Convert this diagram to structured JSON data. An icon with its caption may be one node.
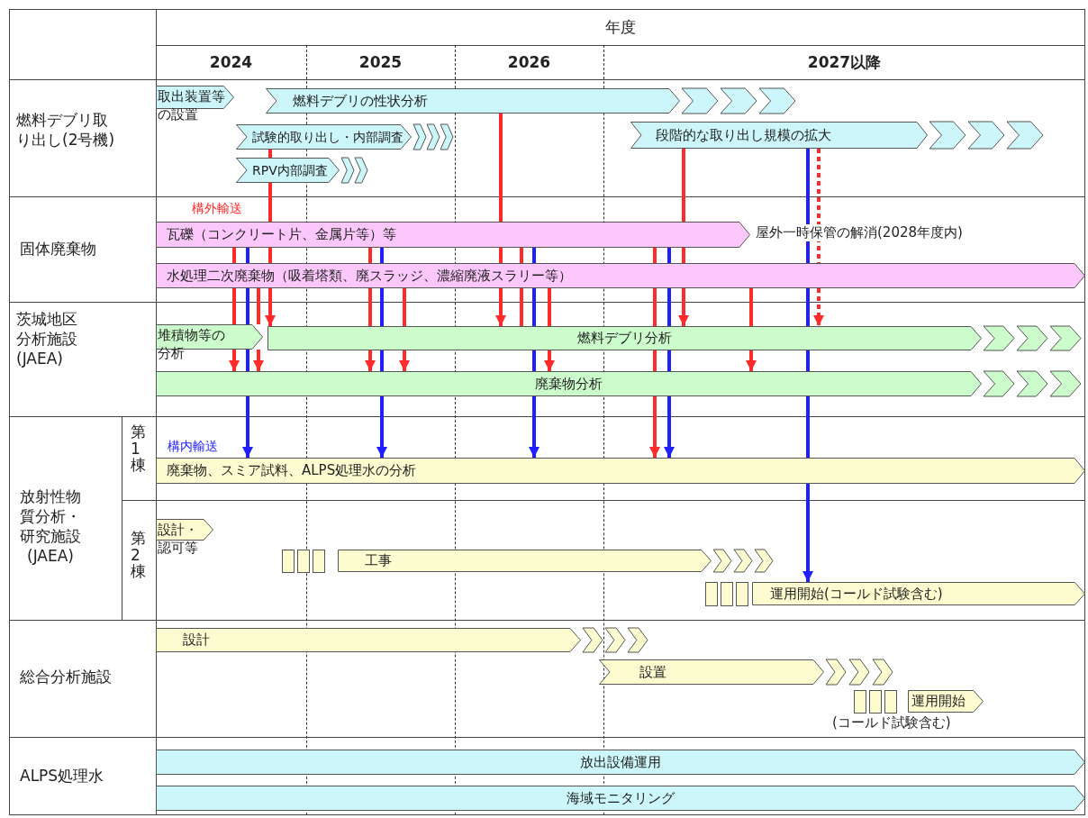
{
  "diagram": {
    "nodes": [
      {
        "text": [
          "取出装置等の設置"
        ]
      },
      {
        "text": [
          "燃料デブリの性状分析"
        ]
      },
      {
        "text": [
          "試験的取り出し・内部調査"
        ]
      },
      {
        "text": [
          "RPV内部調査"
        ]
      },
      {
        "text": [
          "段階的な取り出し規模の拡大"
        ]
      },
      {
        "text": [
          "瓦礫（コンクリート片、金属片等）等"
        ],
        "beside": [
          "屋外一時保管の解消(2028年度内)"
        ]
      },
      {
        "text": [
          "水処理二次廃棄物（吸着塔類、廃スラッジ、濃縮廃液スラリー等）"
        ]
      },
      {
        "text": [
          "堆積物等の分析"
        ]
      },
      {
        "text": [
          "燃料デブリ分析"
        ]
      },
      {
        "text": [
          "廃棄物分析"
        ]
      },
      {
        "text": [
          "廃棄物、スミア試料、ALPS処理水の分析"
        ]
      },
      {
        "text": [
          "設計・認可等"
        ]
      },
      {
        "text": [
          "工事"
        ]
      },
      {
        "text": [
          "運用開始(コールド試験含む)"
        ]
      },
      {
        "text": [
          "設計"
        ]
      },
      {
        "text": [
          "設置"
        ]
      },
      {
        "text": [
          "運用開始",
          "(コールド試験含む)"
        ]
      },
      {
        "text": [
          "放出設備運用"
        ]
      },
      {
        "text": [
          "海域モニタリング"
        ]
      }
    ],
    "edges": [
      {
        "from": 5,
        "to": 6,
        "arrow": "none"
      },
      {
        "from": 6,
        "to": 7,
        "arrow": "none"
      },
      {
        "from": 7,
        "to": 9,
        "arrow": "to"
      },
      {
        "from": 5,
        "to": 6,
        "arrow": "none",
        "color": "#1f1fff"
      },
      {
        "from": 6,
        "to": 7,
        "arrow": "none",
        "color": "#1f1fff"
      },
      {
        "from": 7,
        "to": 9,
        "arrow": "none",
        "color": "#1f1fff"
      },
      {
        "from": 9,
        "to": 10,
        "arrow": "to",
        "color": "#1f1fff"
      },
      {
        "from": 6,
        "to": 7,
        "arrow": "none"
      },
      {
        "from": 7,
        "to": 9,
        "arrow": "to"
      },
      {
        "from": 2,
        "to": 3,
        "arrow": "none"
      },
      {
        "from": 3,
        "to": 5,
        "arrow": "none"
      },
      {
        "from": 5,
        "to": 6,
        "arrow": "none"
      },
      {
        "from": 6,
        "to": 8,
        "arrow": "to"
      },
      {
        "from": 5,
        "to": 6,
        "arrow": "none"
      },
      {
        "from": 6,
        "to": 8,
        "arrow": "none"
      },
      {
        "from": 8,
        "to": 9,
        "arrow": "to"
      },
      {
        "from": 5,
        "to": 6,
        "arrow": "none",
        "color": "#1f1fff"
      },
      {
        "from": 6,
        "to": 8,
        "arrow": "none",
        "color": "#1f1fff"
      },
      {
        "from": 8,
        "to": 9,
        "arrow": "none",
        "color": "#1f1fff"
      },
      {
        "from": 9,
        "to": 10,
        "arrow": "to",
        "color": "#1f1fff"
      },
      {
        "from": 6,
        "to": 8,
        "arrow": "none"
      },
      {
        "from": 8,
        "to": 9,
        "arrow": "to"
      },
      {
        "from": 1,
        "to": 5,
        "arrow": "none"
      },
      {
        "from": 5,
        "to": 6,
        "arrow": "none"
      },
      {
        "from": 6,
        "to": 8,
        "arrow": "to"
      },
      {
        "from": 5,
        "to": 6,
        "arrow": "none"
      },
      {
        "from": 6,
        "to": 8,
        "arrow": "none"
      },
      {
        "from": 5,
        "to": 6,
        "arrow": "none",
        "color": "#1f1fff"
      },
      {
        "from": 6,
        "to": 8,
        "arrow": "none",
        "color": "#1f1fff"
      },
      {
        "from": 8,
        "to": 9,
        "arrow": "none",
        "color": "#1f1fff"
      },
      {
        "from": 9,
        "to": 10,
        "arrow": "to",
        "color": "#1f1fff"
      },
      {
        "from": 6,
        "to": 8,
        "arrow": "none"
      },
      {
        "from": 8,
        "to": 9,
        "arrow": "to"
      },
      {
        "from": 5,
        "to": 6,
        "arrow": "none"
      },
      {
        "from": 6,
        "to": 8,
        "arrow": "none"
      },
      {
        "from": 8,
        "to": 9,
        "arrow": "none"
      },
      {
        "from": 9,
        "to": 10,
        "arrow": "to"
      },
      {
        "from": 5,
        "to": 6,
        "arrow": "none",
        "color": "#1f1fff"
      },
      {
        "from": 6,
        "to": 8,
        "arrow": "none",
        "color": "#1f1fff"
      },
      {
        "from": 8,
        "to": 9,
        "arrow": "none",
        "color": "#1f1fff"
      },
      {
        "from": 9,
        "to": 10,
        "arrow": "to",
        "color": "#1f1fff"
      },
      {
        "from": 4,
        "to": 5,
        "arrow": "none"
      },
      {
        "from": 5,
        "to": 6,
        "arrow": "none"
      },
      {
        "from": 6,
        "to": 8,
        "arrow": "to"
      },
      {
        "from": 6,
        "to": 8,
        "arrow": "none"
      },
      {
        "from": 8,
        "to": 9,
        "arrow": "to"
      },
      {
        "from": 4,
        "to": 6,
        "arrow": "none",
        "color": "#1f1fff"
      },
      {
        "from": 6,
        "to": 8,
        "arrow": "none",
        "color": "#1f1fff"
      },
      {
        "from": 8,
        "to": 9,
        "arrow": "none",
        "color": "#1f1fff"
      },
      {
        "from": 9,
        "to": 10,
        "arrow": "none",
        "color": "#1f1fff"
      },
      {
        "from": 10,
        "to": 13,
        "arrow": "to",
        "color": "#1f1fff"
      },
      {
        "from": 4,
        "to": 6,
        "arrow": "none",
        "style": "dashed"
      },
      {
        "from": 6,
        "to": 8,
        "arrow": "to",
        "style": "dashed"
      }
    ],
    "labels": [
      "年度",
      "2024",
      "2025",
      "2026",
      "2027以降",
      "燃料デブリ取り出し(2号機)",
      "構外輸送",
      "固体廃棄物",
      "茨城地区分析施設(JAEA)",
      "構内輸送",
      "放射性物質分析・研究施設(JAEA)",
      "第1棟",
      "第2棟",
      "総合分析施設",
      "ALPS処理水"
    ]
  }
}
